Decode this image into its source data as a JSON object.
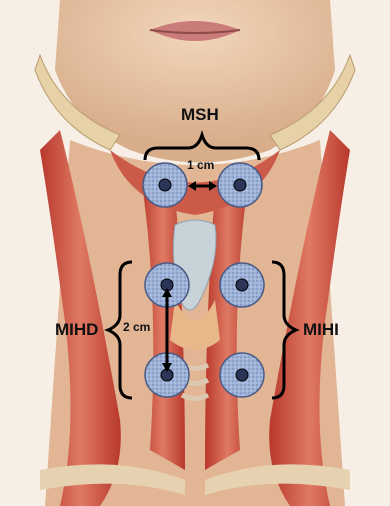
{
  "figure": {
    "labels": {
      "msh": "MSH",
      "mihd": "MIHD",
      "mihi": "MIHI",
      "dist_horizontal": "1 cm",
      "dist_vertical": "2 cm"
    },
    "colors": {
      "skin": "#e9c9a8",
      "skin_shadow": "#d6a886",
      "muscle": "#c9473a",
      "muscle_light": "#e3856e",
      "tendon": "#eadccb",
      "electrode_ring": "#9bb0d4",
      "electrode_center": "#5a6f9c",
      "thyroid": "#b9c6cf"
    }
  }
}
